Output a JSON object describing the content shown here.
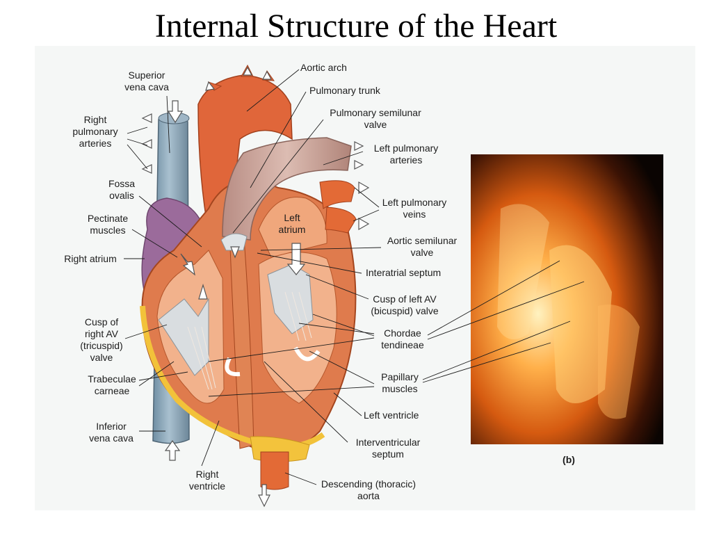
{
  "title": "Internal Structure of the Heart",
  "labels": {
    "superior_vena_cava": "Superior\nvena cava",
    "right_pulmonary_arteries": "Right\npulmonary\narteries",
    "fossa_ovalis": "Fossa\novalis",
    "pectinate_muscles": "Pectinate\nmuscles",
    "right_atrium": "Right atrium",
    "cusp_right_av": "Cusp of\nright AV\n(tricuspid)\nvalve",
    "trabeculae_carneae": "Trabeculae\ncarneae",
    "inferior_vena_cava": "Inferior\nvena cava",
    "right_ventricle": "Right\nventricle",
    "aortic_arch": "Aortic arch",
    "pulmonary_trunk": "Pulmonary trunk",
    "pulmonary_semilunar_valve": "Pulmonary semilunar\nvalve",
    "left_pulmonary_arteries": "Left pulmonary\narteries",
    "left_pulmonary_veins": "Left pulmonary\nveins",
    "left_atrium": "Left\natrium",
    "aortic_semilunar_valve": "Aortic semilunar\nvalve",
    "interatrial_septum": "Interatrial septum",
    "cusp_left_av": "Cusp of left AV\n(bicuspid) valve",
    "chordae_tendineae": "Chordae\ntendineae",
    "papillary_muscles": "Papillary\nmuscles",
    "left_ventricle": "Left ventricle",
    "interventricular_septum": "Interventricular\nseptum",
    "descending_aorta": "Descending (thoracic)\naorta",
    "panel_b": "(b)"
  },
  "colors": {
    "background": "#ffffff",
    "panel": "#f5f7f6",
    "vena_cava": "#8ea9bb",
    "aorta": "#e26a3a",
    "pulmonary_trunk": "#c9a49a",
    "myocardium": "#df7b4d",
    "chamber_interior": "#f2b28c",
    "right_atrium_purple": "#9a6a9a",
    "fat": "#f2c23a",
    "valve_cusps": "#d9dde0",
    "photo_bg": "#0a0604",
    "photo_glow": "#ff9a3a"
  }
}
